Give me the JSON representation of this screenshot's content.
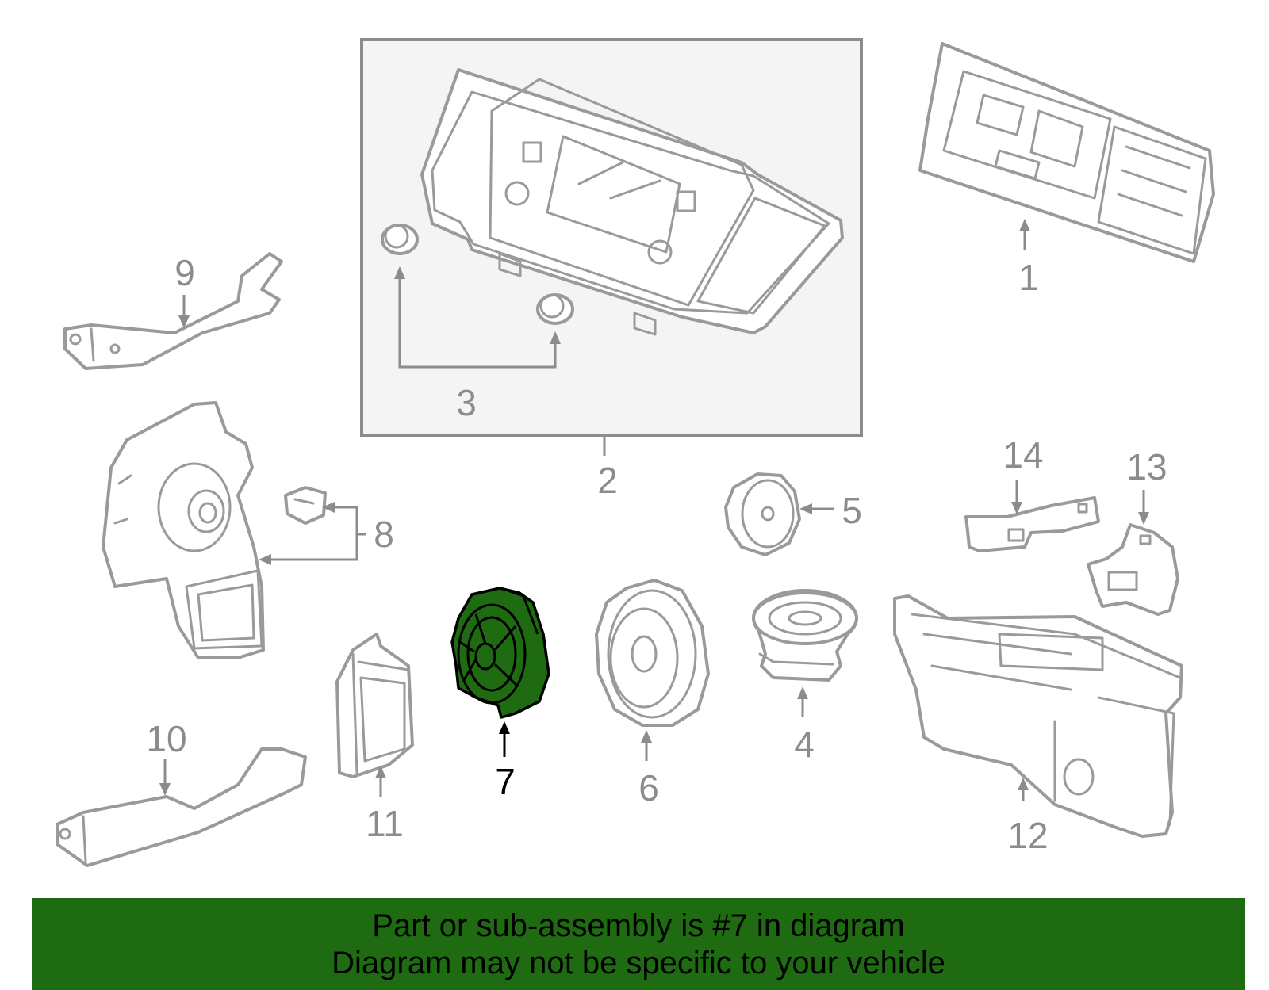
{
  "callouts": {
    "c1": "1",
    "c2": "2",
    "c3": "3",
    "c4": "4",
    "c5": "5",
    "c6": "6",
    "c7": "7",
    "c8": "8",
    "c9": "9",
    "c10": "10",
    "c11": "11",
    "c12": "12",
    "c13": "13",
    "c14": "14"
  },
  "highlighted_part": "7",
  "colors": {
    "highlight": "#1f6b12",
    "line_art": "#9a9a9a",
    "inset_box": "#f4f4f4"
  },
  "banner": {
    "line1": "Part or sub-assembly is #7 in diagram",
    "line2": "Diagram may not be specific to your vehicle"
  }
}
